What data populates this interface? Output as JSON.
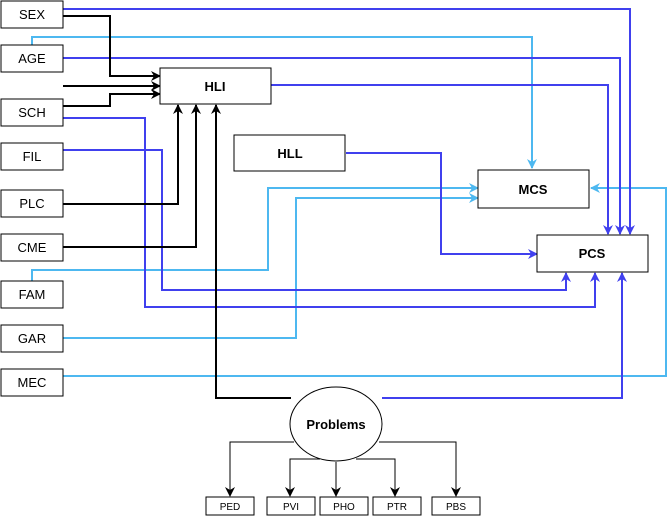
{
  "colors": {
    "blue": "#4040ee",
    "light_blue": "#4db8f0",
    "black": "#000000",
    "node_fill": "#ffffff",
    "node_stroke": "#000000"
  },
  "nodes": {
    "sex": "SEX",
    "age": "AGE",
    "sch": "SCH",
    "fil": "FIL",
    "plc": "PLC",
    "cme": "CME",
    "fam": "FAM",
    "gar": "GAR",
    "mec": "MEC",
    "hli": "HLI",
    "hll": "HLL",
    "mcs": "MCS",
    "pcs": "PCS",
    "problems": "Problems",
    "ped": "PED",
    "pvi": "PVI",
    "pho": "PHO",
    "ptr": "PTR",
    "pbs": "PBS"
  }
}
